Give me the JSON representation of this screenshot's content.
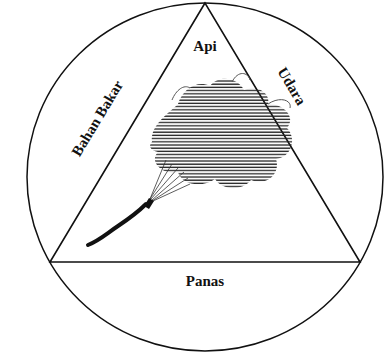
{
  "diagram": {
    "labels": [
      "Bahan Bakar",
      "Api",
      "Udara",
      "Panas"
    ]
  }
}
